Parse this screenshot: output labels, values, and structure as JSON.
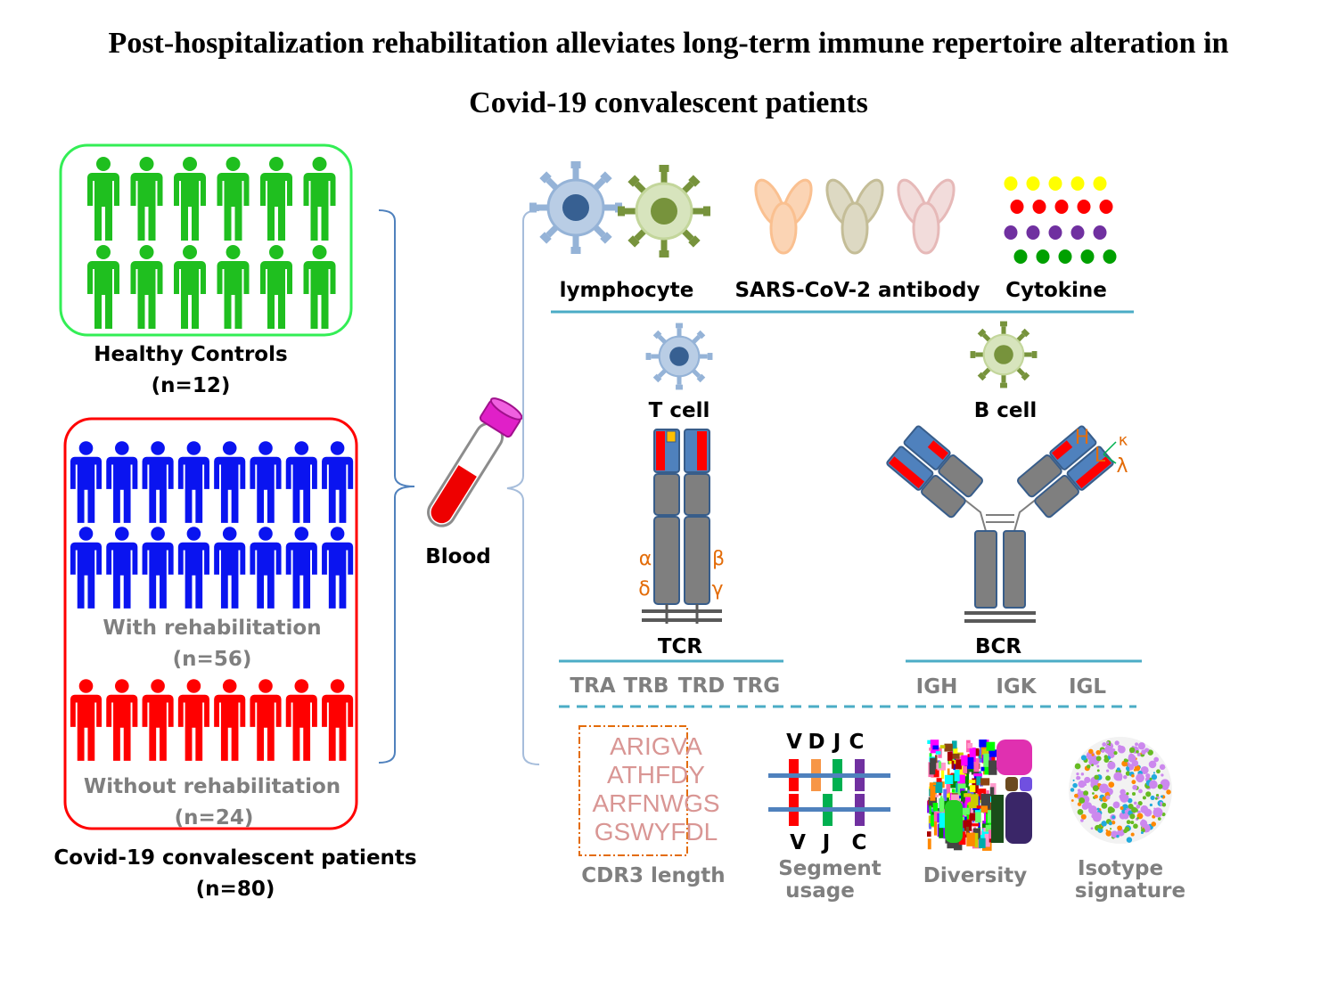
{
  "title": {
    "line1": "Post-hospitalization rehabilitation alleviates long-term immune repertoire alteration in",
    "line2": "Covid-19 convalescent patients"
  },
  "cohorts": {
    "healthy": {
      "label": "Healthy Controls",
      "n": "(n=12)",
      "color": "#1fbf1f",
      "frame_color": "#33ee55"
    },
    "with_rehab": {
      "label": "With rehabilitation",
      "n": "(n=56)",
      "color": "#0a14f0"
    },
    "without_rehab": {
      "label": "Without rehabilitation",
      "n": "(n=24)",
      "color": "#ff0000"
    },
    "patients": {
      "label": "Covid-19 convalescent patients",
      "n": "(n=80)",
      "frame_color": "#ff0000"
    }
  },
  "blood": {
    "label": "Blood"
  },
  "measures": {
    "lymphocyte": "lymphocyte",
    "antibody": "SARS-CoV-2 antibody",
    "cytokine": "Cytokine",
    "cytokine_colors": [
      "#ffff00",
      "#ff0000",
      "#7030a0",
      "#00a000"
    ]
  },
  "t_cell": {
    "label": "T cell",
    "receptor": "TCR",
    "chain_labels": {
      "alpha": "α",
      "delta": "δ",
      "beta": "β",
      "gamma": "γ"
    },
    "genes": [
      "TRA",
      "TRB",
      "TRD",
      "TRG"
    ]
  },
  "b_cell": {
    "label": "B cell",
    "receptor": "BCR",
    "chain_labels": {
      "heavy": "H",
      "light": "L",
      "kappa": "κ",
      "lambda": "λ"
    },
    "genes": [
      "IGH",
      "IGK",
      "IGL"
    ]
  },
  "analyses": {
    "cdr3_sequences": [
      "ARIGVA",
      "ATHFDY",
      "ARFNWGS",
      "GSWYFDL"
    ],
    "cdr3_label": "CDR3 length",
    "segments_top": [
      "V",
      "D",
      "J",
      "C"
    ],
    "segments_bottom": [
      "V",
      "J",
      "C"
    ],
    "segment_label_1": "Segment",
    "segment_label_2": "usage",
    "diversity_label": "Diversity",
    "isotype_label_1": "Isotype",
    "isotype_label_2": "signature"
  }
}
